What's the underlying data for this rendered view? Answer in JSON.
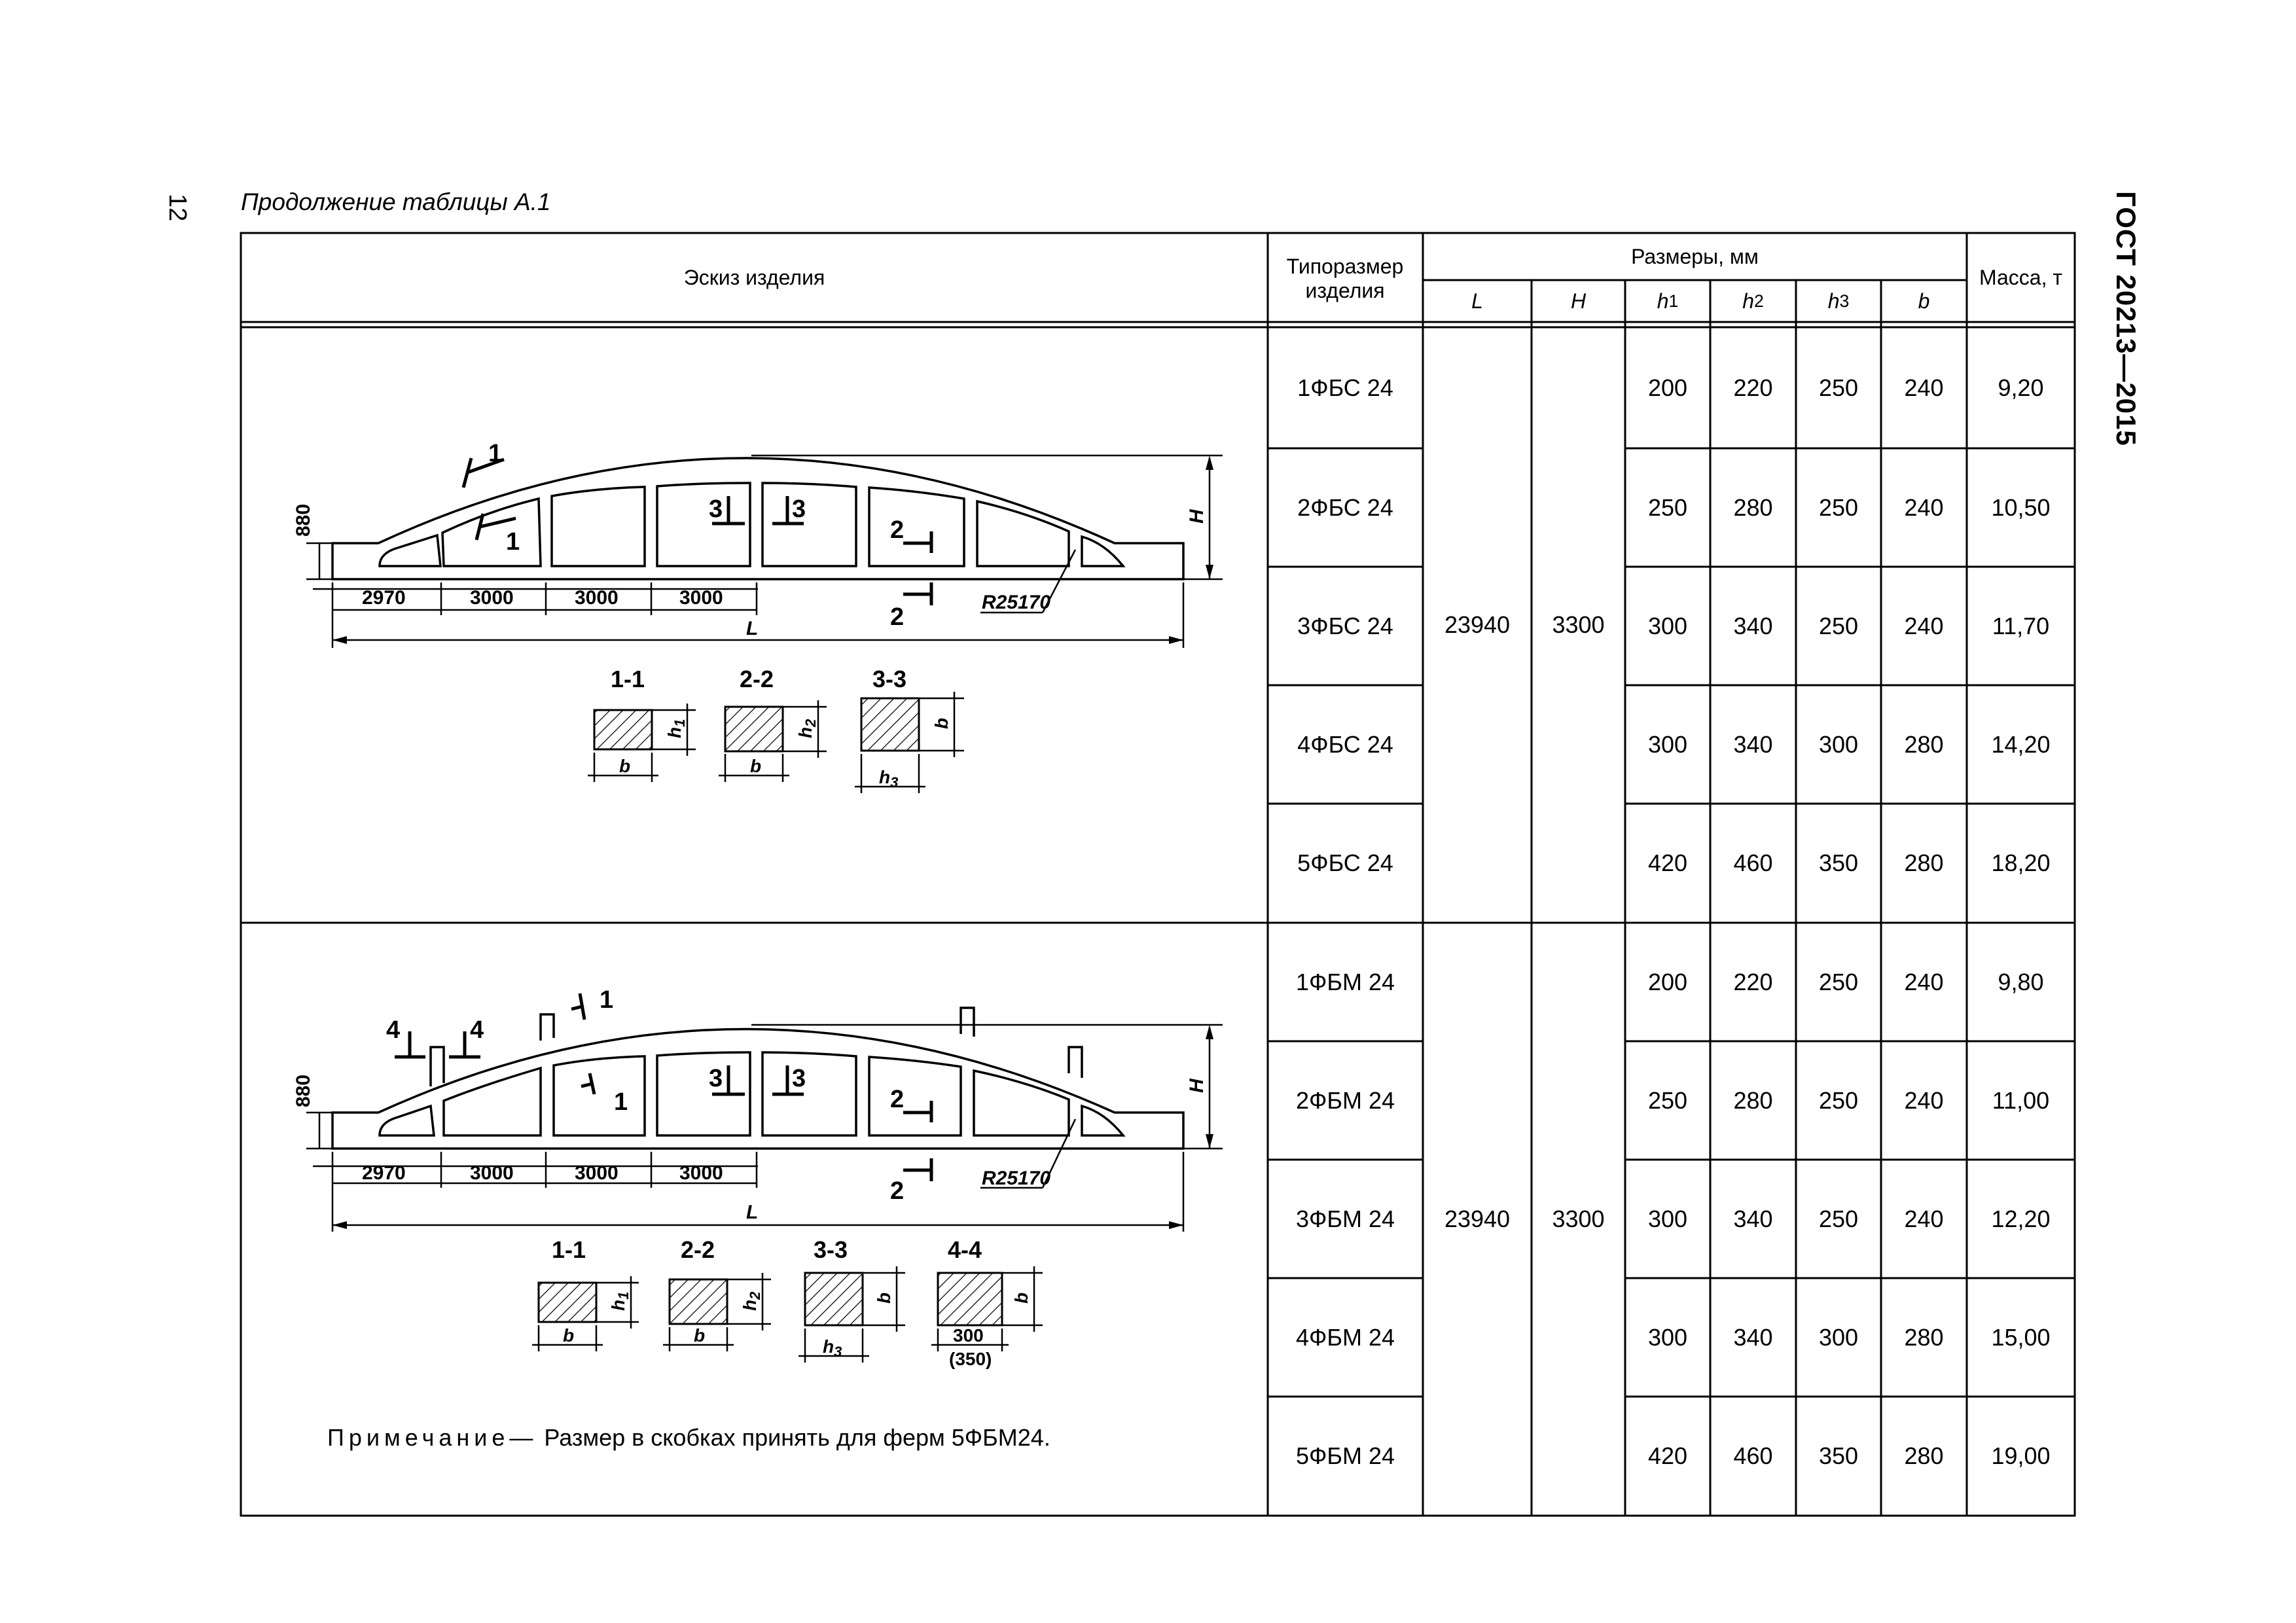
{
  "page": {
    "number": "12",
    "standard": "ГОСТ 20213—2015",
    "caption": "Продолжение таблицы А.1"
  },
  "header": {
    "sketch": "Эскиз изделия",
    "typesize": "Типоразмер изделия",
    "dims": "Размеры, мм",
    "mass": "Масса, т",
    "cols": [
      "L",
      "H",
      "h",
      "h",
      "h",
      "b"
    ],
    "subs": [
      "",
      "",
      "1",
      "2",
      "3",
      ""
    ]
  },
  "groups": [
    {
      "L": "23940",
      "H": "3300",
      "rows": [
        {
          "name": "1ФБС 24",
          "h1": "200",
          "h2": "220",
          "h3": "250",
          "b": "240",
          "mass": "9,20"
        },
        {
          "name": "2ФБС 24",
          "h1": "250",
          "h2": "280",
          "h3": "250",
          "b": "240",
          "mass": "10,50"
        },
        {
          "name": "3ФБС 24",
          "h1": "300",
          "h2": "340",
          "h3": "250",
          "b": "240",
          "mass": "11,70"
        },
        {
          "name": "4ФБС 24",
          "h1": "300",
          "h2": "340",
          "h3": "300",
          "b": "280",
          "mass": "14,20"
        },
        {
          "name": "5ФБС 24",
          "h1": "420",
          "h2": "460",
          "h3": "350",
          "b": "280",
          "mass": "18,20"
        }
      ]
    },
    {
      "L": "23940",
      "H": "3300",
      "rows": [
        {
          "name": "1ФБМ 24",
          "h1": "200",
          "h2": "220",
          "h3": "250",
          "b": "240",
          "mass": "9,80"
        },
        {
          "name": "2ФБМ 24",
          "h1": "250",
          "h2": "280",
          "h3": "250",
          "b": "240",
          "mass": "11,00"
        },
        {
          "name": "3ФБМ 24",
          "h1": "300",
          "h2": "340",
          "h3": "250",
          "b": "240",
          "mass": "12,20"
        },
        {
          "name": "4ФБМ 24",
          "h1": "300",
          "h2": "340",
          "h3": "300",
          "b": "280",
          "mass": "15,00"
        },
        {
          "name": "5ФБМ 24",
          "h1": "420",
          "h2": "460",
          "h3": "350",
          "b": "280",
          "mass": "19,00"
        }
      ]
    }
  ],
  "drawing": {
    "dims": [
      "2970",
      "3000",
      "3000",
      "3000"
    ],
    "height": "880",
    "radius": "R25170",
    "L": "L",
    "H": "H",
    "section_marks": [
      "1",
      "1",
      "2",
      "2",
      "3",
      "3",
      "4",
      "4"
    ],
    "sections_a": [
      "1-1",
      "2-2",
      "3-3"
    ],
    "sections_b": [
      "1-1",
      "2-2",
      "3-3",
      "4-4"
    ],
    "sec_labels": {
      "b": "b",
      "h1": "h1",
      "h2": "h2",
      "h3": "h3"
    },
    "sec44_bottom": "300",
    "sec44_bracket": "(350)"
  },
  "note": {
    "label": "Примечание—",
    "text": "Размер в скобках принять для ферм 5ФБМ24."
  }
}
